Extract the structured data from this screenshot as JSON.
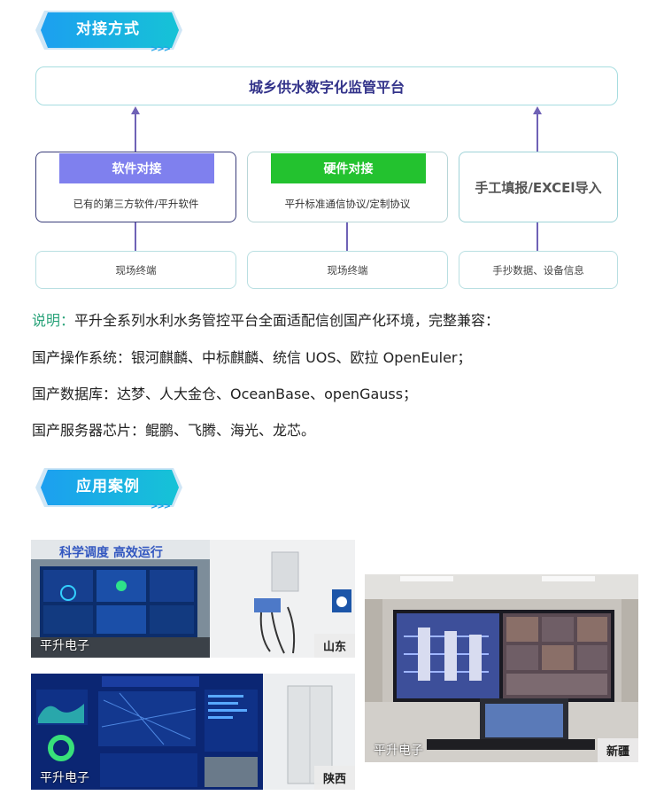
{
  "section1": {
    "title": "对接方式"
  },
  "platform": {
    "label": "城乡供水数字化监管平台"
  },
  "boxes": [
    {
      "title": "软件对接",
      "desc": "已有的第三方软件/平升软件",
      "color": "#7f80ee"
    },
    {
      "title": "硬件对接",
      "desc": "平升标准通信协议/定制协议",
      "color": "#23c22f"
    },
    {
      "title": "手工填报/EXCEl导入"
    }
  ],
  "terminals": [
    "现场终端",
    "现场终端",
    "手抄数据、设备信息"
  ],
  "notes": {
    "line1_prefix": "说明：",
    "line1_rest": "平升全系列水利水务管控平台全面适配信创国产化环境，完整兼容：",
    "line2": "国产操作系统：银河麒麟、中标麒麟、统信 UOS、欧拉 OpenEuler；",
    "line3": "国产数据库：达梦、人大金仓、OceanBase、openGauss；",
    "line4": "国产服务器芯片：鲲鹏、飞腾、海光、龙芯。"
  },
  "section2": {
    "title": "应用案例"
  },
  "photos": {
    "shandong": {
      "watermark": "平升电子",
      "region": "山东",
      "wall_text": "科学调度 高效运行"
    },
    "shaanxi": {
      "watermark": "平升电子",
      "region": "陕西"
    },
    "xinjiang": {
      "watermark": "平升电子",
      "region": "新疆"
    }
  },
  "colors": {
    "accent": "#1aa0e8",
    "purple": "#6f62b6",
    "green_note": "#2aa37a"
  }
}
